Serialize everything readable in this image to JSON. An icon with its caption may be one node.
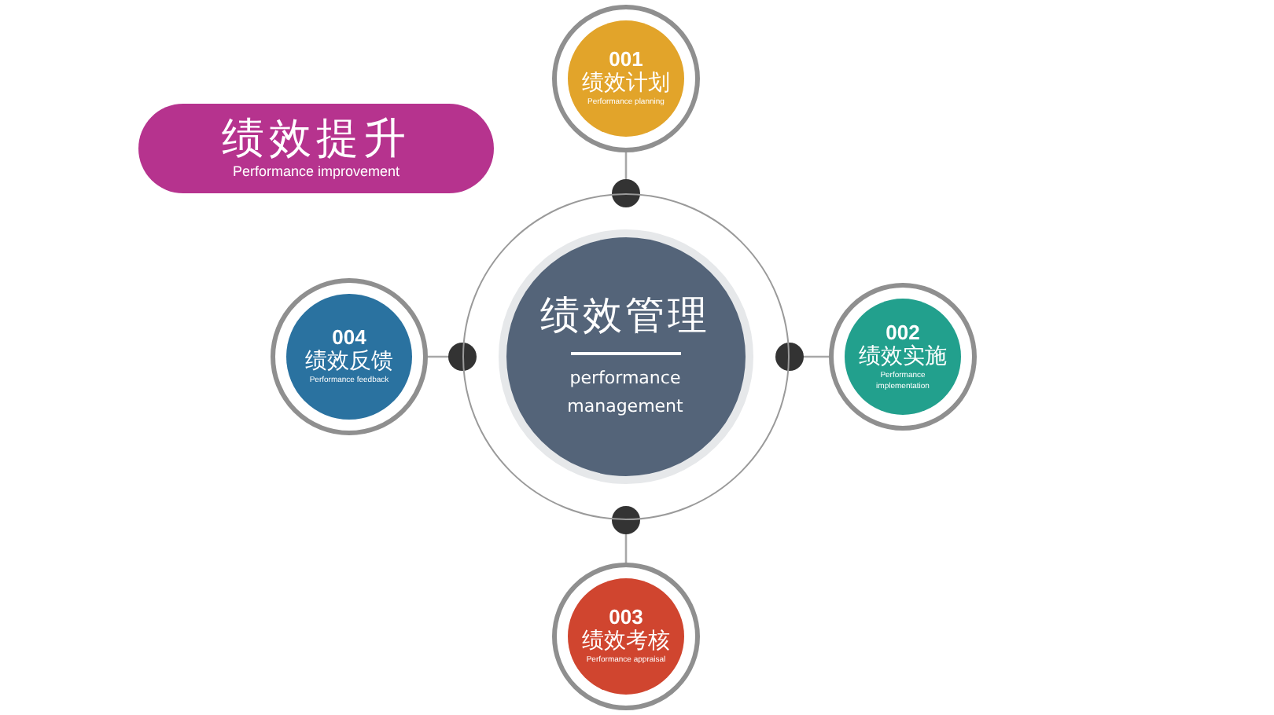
{
  "diagram": {
    "nodes": [
      {
        "text": [
          "绩效提升",
          "Performance improvement"
        ]
      },
      {
        "text": [],
        "shape": "circle"
      },
      {
        "text": [
          "绩效管理",
          "performance management"
        ],
        "in": 1
      },
      {
        "text": [
          "001",
          "绩效计划",
          "Performance planning"
        ]
      },
      {
        "text": [
          "004",
          "绩效反馈",
          "Performance feedback"
        ]
      },
      {
        "text": [
          "002",
          "绩效实施",
          "Performance implementation"
        ]
      },
      {
        "text": [
          "003",
          "绩效考核",
          "Performance appraisal"
        ]
      }
    ],
    "edges": [
      {
        "from": 1,
        "to": 3,
        "arrow": "other"
      },
      {
        "from": 1,
        "to": 4,
        "arrow": "other"
      },
      {
        "from": 1,
        "to": 5,
        "arrow": "other"
      },
      {
        "from": 1,
        "to": 6,
        "arrow": "other"
      }
    ]
  }
}
